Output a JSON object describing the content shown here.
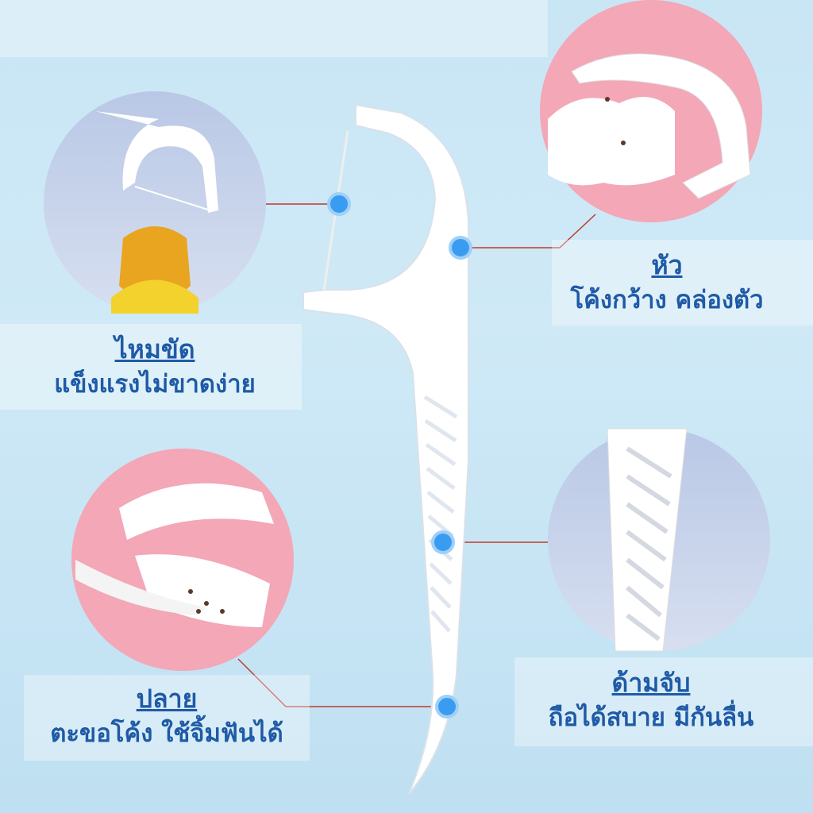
{
  "features": [
    {
      "id": "floss",
      "title": "ไหมขัด",
      "desc": "แข็งแรงไม่ขาดง่าย"
    },
    {
      "id": "head",
      "title": "หัว",
      "desc": "โค้งกว้าง คล่องตัว"
    },
    {
      "id": "tip",
      "title": "ปลาย",
      "desc": "ตะขอโค้ง ใช้จิ้มฟันได้"
    },
    {
      "id": "handle",
      "title": "ด้ามจับ",
      "desc": "ถือได้สบาย มีกันลื่น"
    }
  ],
  "colors": {
    "text": "#1f5aa6",
    "dot": "#3a9cf0",
    "line": "#c0392b"
  }
}
